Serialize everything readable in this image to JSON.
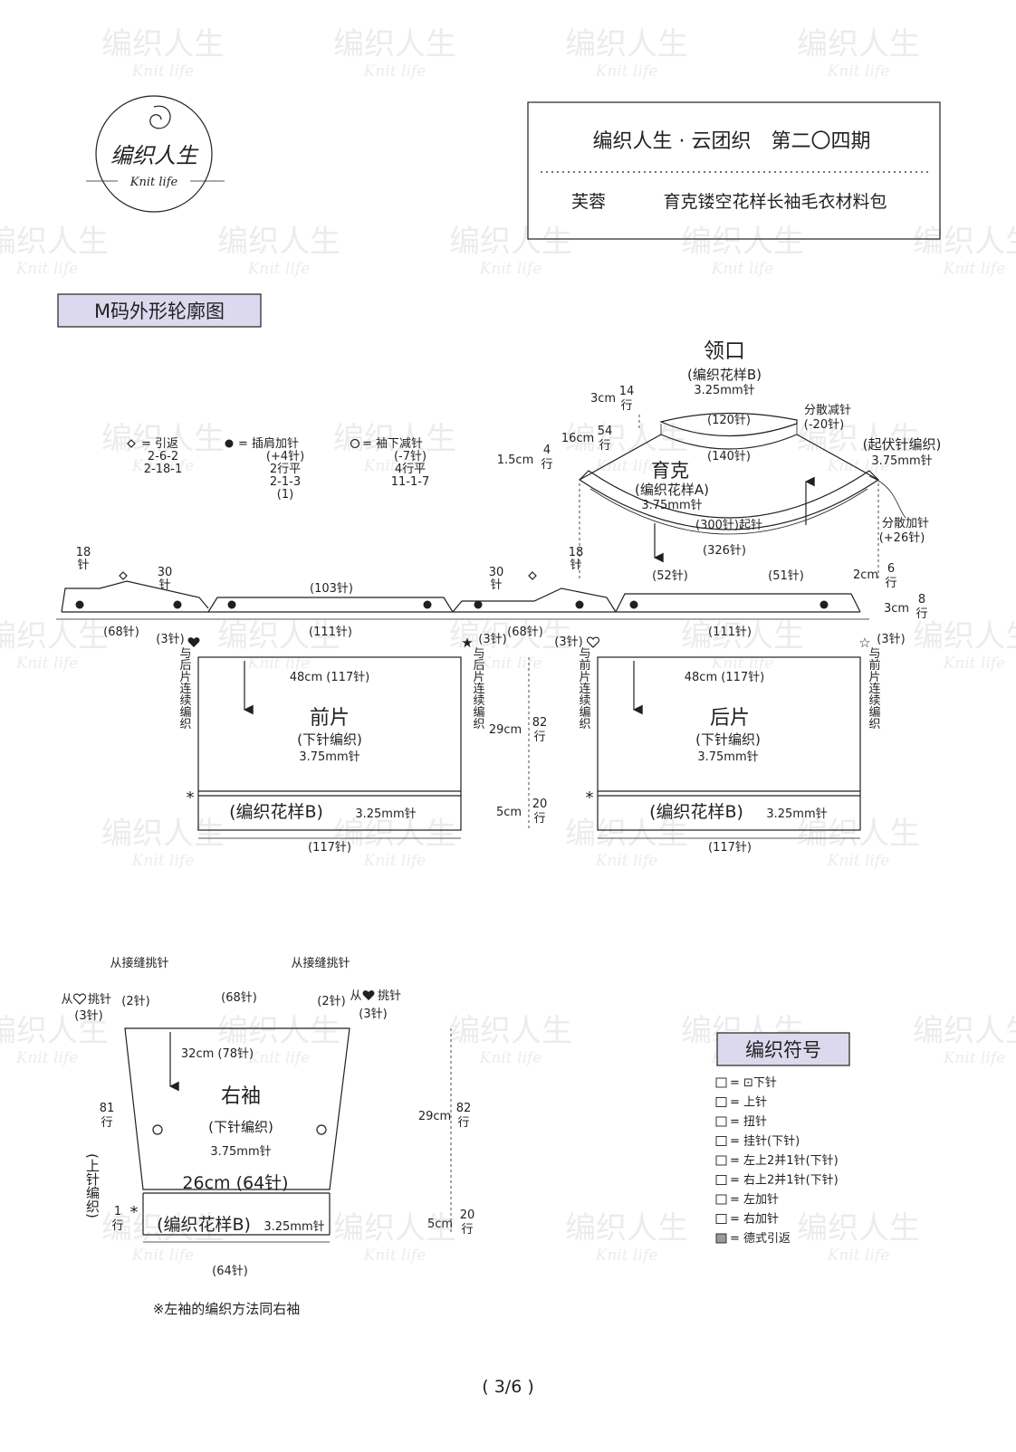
{
  "logo": {
    "text": "编织人生",
    "sub": "Knit life"
  },
  "watermark": {
    "text": "编织人生",
    "sub": "Knit life"
  },
  "header": {
    "title": "编织人生 · 云团织　第二〇四期",
    "designer": "芙蓉",
    "product": "育克镂空花样长袖毛衣材料包"
  },
  "section_title": "M码外形轮廓图",
  "legend_top": {
    "short_row": {
      "label": "= 引返",
      "rows": [
        "2-6-2",
        "2-18-1"
      ]
    },
    "raglan": {
      "label": "= 插肩加针",
      "rows": [
        "(+4针)",
        "2行平",
        "2-1-3",
        "(1)"
      ]
    },
    "sleeve_dec": {
      "label": "= 袖下减针",
      "rows": [
        "(-7针)",
        "4行平",
        "11-1-7"
      ]
    }
  },
  "yoke": {
    "neck_title": "领口",
    "neck_pattern": "(编织花样B)",
    "neck_needle": "3.25mm针",
    "st_120": "(120针)",
    "st_140": "(140针)",
    "st_300": "(300针)起针",
    "st_326": "(326针)",
    "dec_label": "分散减针",
    "dec_count": "(-20针)",
    "inc_label": "分散加针",
    "inc_count": "(+26针)",
    "cast": "(起伏针编织)",
    "cast_needle": "3.75mm针",
    "title": "育克",
    "pattern": "(编织花样A)",
    "needle": "3.75mm针",
    "d1_cm": "3cm",
    "d1_rows": "14",
    "d1_unit": "行",
    "d2_cm": "16cm",
    "d2_rows": "54",
    "d2_unit": "行",
    "d3_cm": "1.5cm",
    "d3_rows": "4",
    "d3_unit": "行"
  },
  "raglan_strip": {
    "s18": "18",
    "s30": "30",
    "unit": "针",
    "s103": "(103针)",
    "s111": "(111针)",
    "s68": "(68针)",
    "s3": "(3针)",
    "s52": "(52针)",
    "s51": "(51针)",
    "h2_cm": "2cm",
    "h2_rows": "6",
    "h3_cm": "3cm",
    "h3_rows": "8",
    "rows_unit": "行"
  },
  "front": {
    "width": "48cm (117针)",
    "title": "前片",
    "method": "(下针编织)",
    "needle": "3.75mm针",
    "rib": "(编织花样B)",
    "rib_needle": "3.25mm针",
    "bottom": "(117针)",
    "side": "与后片连续编织",
    "h_cm": "29cm",
    "h_rows": "82",
    "rib_cm": "5cm",
    "rib_rows": "20",
    "rows_unit": "行"
  },
  "back": {
    "width": "48cm (117针)",
    "title": "后片",
    "method": "(下针编织)",
    "needle": "3.75mm针",
    "rib": "(编织花样B)",
    "rib_needle": "3.25mm针",
    "bottom": "(117针)",
    "side": "与前片连续编织"
  },
  "sleeve": {
    "seam_pick": "从接缝挑针",
    "seam_count": "(2针)",
    "heart_pick": "挑针",
    "from": "从",
    "three": "(3针)",
    "top_sts": "(68针)",
    "width": "32cm (78针)",
    "title": "右袖",
    "method": "(下针编织)",
    "needle": "3.75mm针",
    "cuff_width": "26cm (64针)",
    "rib": "(编织花样B)",
    "rib_needle": "3.25mm针",
    "bottom": "(64针)",
    "left_rows": "81",
    "rows_unit": "行",
    "cuff_rows": "1",
    "edge": "(上针编织)",
    "h_cm": "29cm",
    "h_rows": "82",
    "rib_cm": "5cm",
    "rib_rows": "20",
    "note": "※左袖的编织方法同右袖"
  },
  "symbols": {
    "title": "编织符号",
    "items": [
      {
        "icon": "knit-icon",
        "label": "= ⊡下针"
      },
      {
        "icon": "purl-icon",
        "label": "= 上针"
      },
      {
        "icon": "twist-icon",
        "label": "= 扭针"
      },
      {
        "icon": "yarnover-icon",
        "label": "= 挂针(下针)"
      },
      {
        "icon": "left-k2tog-icon",
        "label": "= 左上2并1针(下针)"
      },
      {
        "icon": "right-k2tog-icon",
        "label": "= 右上2并1针(下针)"
      },
      {
        "icon": "left-inc-icon",
        "label": "= 左加针"
      },
      {
        "icon": "right-inc-icon",
        "label": "= 右加针"
      },
      {
        "icon": "german-short-row-icon",
        "label": "= 德式引返"
      }
    ]
  },
  "page": "( 3/6 )",
  "colors": {
    "ink": "#231f20",
    "tag_bg": "#dcd9ee",
    "watermark": "#ececec"
  }
}
